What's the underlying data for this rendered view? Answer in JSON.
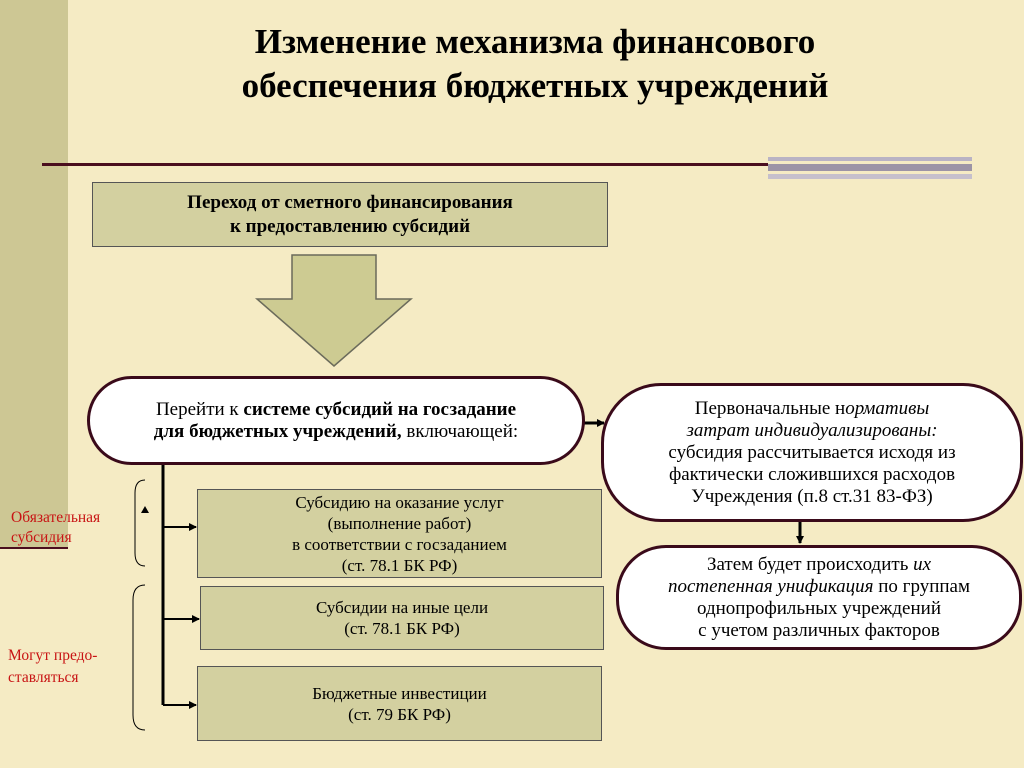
{
  "title": {
    "line1": "Изменение механизма финансового",
    "line2": "обеспечения бюджетных учреждений"
  },
  "top_box": {
    "line1": "Переход от сметного финансирования",
    "line2": "к предоставлению субсидий"
  },
  "main_oval": {
    "part1": "Перейти к ",
    "part2_bold": "системе субсидий на госзадание",
    "part3_bold": "для бюджетных учреждений,",
    "part4": " включающей:"
  },
  "right_oval_top": {
    "part1": "Первоначальные н",
    "part2_italic": "ормативы",
    "part3_italic": "затрат индивидуализированы:",
    "line3": "субсидия рассчитывается исходя из",
    "line4": "фактически сложившихся расходов",
    "line5": "Учреждения (п.8 ст.31 83-ФЗ)"
  },
  "right_oval_bottom": {
    "part1": "Затем будет происходить ",
    "part2_italic": "их",
    "part3_italic": "постепенная унификация",
    "part4": " по группам",
    "line3": "однопрофильных учреждений",
    "line4": "с учетом различных факторов"
  },
  "subsidy_boxes": [
    {
      "line1": "Субсидию на оказание услуг",
      "line2": "(выполнение работ)",
      "line3": "в соответствии с госзаданием",
      "line4": "(ст. 78.1 БК РФ)"
    },
    {
      "line1": "Субсидии на иные цели",
      "line2": "(ст. 78.1 БК РФ)"
    },
    {
      "line1": "Бюджетные инвестиции",
      "line2": "(ст. 79 БК РФ)"
    }
  ],
  "side_labels": {
    "mandatory_line1": "Обязательная",
    "mandatory_line2": "субсидия",
    "optional_line1": "Могут предо-",
    "optional_line2": "ставляться"
  },
  "colors": {
    "background": "#f5ebc4",
    "sidebar": "#cdc794",
    "box_fill": "#d3d0a0",
    "oval_border": "#3a0a1a",
    "accent_line": "#4a0e1e",
    "label_red": "#c81414"
  }
}
